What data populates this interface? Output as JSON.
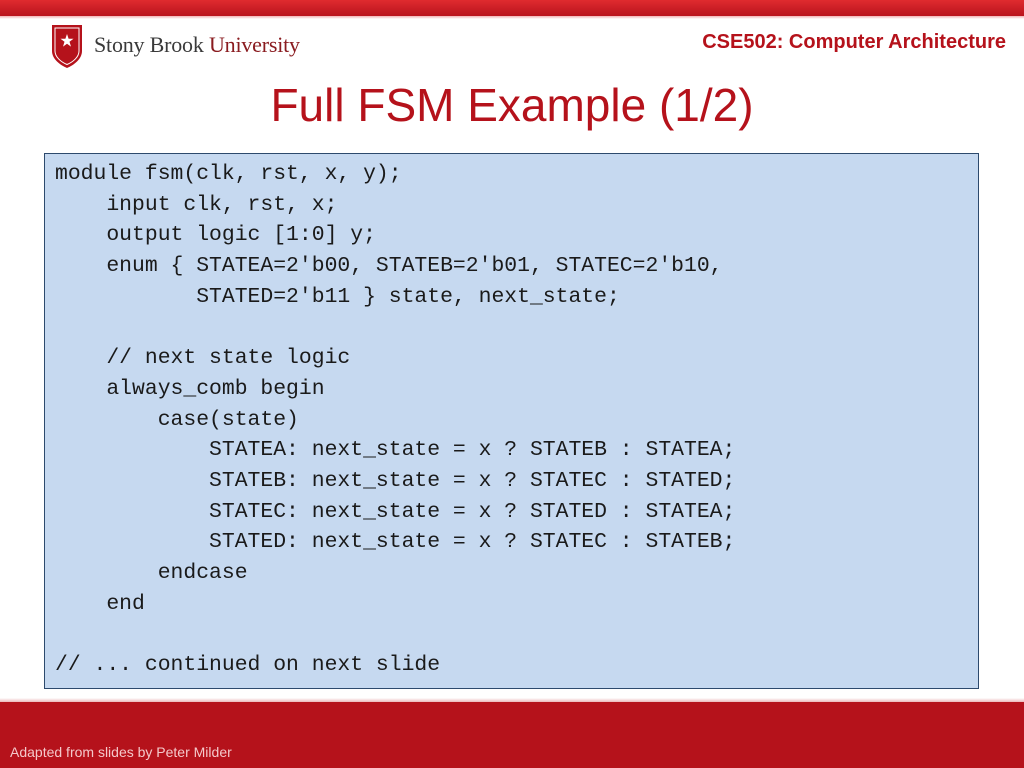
{
  "header": {
    "logo": {
      "name_part1": "Stony Brook",
      "name_part2": "University"
    },
    "course": "CSE502: Computer Architecture"
  },
  "slide": {
    "title": "Full FSM Example (1/2)",
    "code_lines": [
      "module fsm(clk, rst, x, y);",
      "    input clk, rst, x;",
      "    output logic [1:0] y;",
      "    enum { STATEA=2'b00, STATEB=2'b01, STATEC=2'b10,",
      "           STATED=2'b11 } state, next_state;",
      "",
      "    // next state logic",
      "    always_comb begin",
      "        case(state)",
      "            STATEA: next_state = x ? STATEB : STATEA;",
      "            STATEB: next_state = x ? STATEC : STATED;",
      "            STATEC: next_state = x ? STATED : STATEA;",
      "            STATED: next_state = x ? STATEC : STATEB;",
      "        endcase",
      "    end",
      "",
      "// ... continued on next slide"
    ]
  },
  "footer": {
    "credit": "Adapted from slides by Peter Milder"
  },
  "colors": {
    "brand_red": "#b5121b",
    "code_background": "#c6d9f0",
    "code_border": "#2d4a6d"
  }
}
